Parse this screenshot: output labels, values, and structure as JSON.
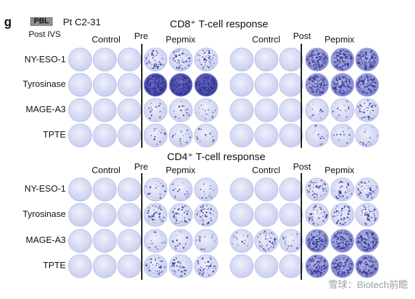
{
  "panel": {
    "letter": "g",
    "badge": "PBL",
    "patient": "Pt C2-31",
    "sample": "Post IVS"
  },
  "sections": [
    {
      "title": "CD8⁺ T-cell response",
      "pre": "Pre",
      "post": "Post",
      "control": "Control",
      "control_post": "Contrcl",
      "pepmix": "Pepmix"
    },
    {
      "title": "CD4⁺ T-cell response",
      "pre": "Pre",
      "post": "Post",
      "control": "Control",
      "control_post": "Contrcl",
      "pepmix": "Pepmix"
    }
  ],
  "rows": [
    "NY-ESO-1",
    "Tyrosinase",
    "MAGE-A3",
    "TPTE"
  ],
  "wells": {
    "cd8": [
      [
        "blank",
        "blank",
        "blank",
        "med",
        "med",
        "med",
        "blank",
        "blank",
        "blank",
        "dense",
        "dense",
        "dense"
      ],
      [
        "blank",
        "blank",
        "blank",
        "dark",
        "dark",
        "dark",
        "blank",
        "blank",
        "blank",
        "dense",
        "dense",
        "dense"
      ],
      [
        "blank",
        "blank",
        "blank",
        "low",
        "low",
        "low",
        "blank",
        "blank",
        "blank",
        "low",
        "low",
        "med"
      ],
      [
        "blank",
        "blank",
        "blank",
        "low",
        "low",
        "low",
        "blank",
        "blank",
        "blank",
        "low",
        "low",
        "low"
      ]
    ],
    "cd4": [
      [
        "blank",
        "blank",
        "blank",
        "low",
        "low",
        "low",
        "blank",
        "blank",
        "blank",
        "med",
        "med",
        "med"
      ],
      [
        "blank",
        "blank",
        "blank",
        "med",
        "med",
        "med",
        "blank",
        "blank",
        "blank",
        "med",
        "med",
        "med"
      ],
      [
        "blank",
        "blank",
        "blank",
        "low",
        "low",
        "low",
        "low",
        "med",
        "low",
        "dense",
        "dense",
        "dense"
      ],
      [
        "blank",
        "blank",
        "blank",
        "med",
        "med",
        "med",
        "blank",
        "blank",
        "blank",
        "dense",
        "dense",
        "dense"
      ]
    ]
  },
  "colors": {
    "well_base": "#dde2f5",
    "spot": "#2f2f8f",
    "dark_well": "#5a5cb8"
  },
  "watermark": "雪球：Biotech前瞻"
}
